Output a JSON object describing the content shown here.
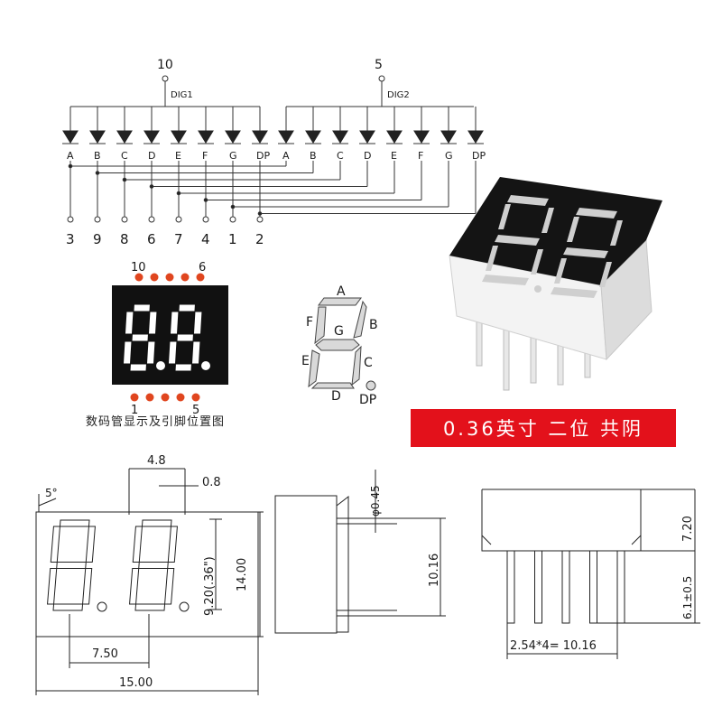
{
  "schematic": {
    "common1": {
      "pin": "10",
      "label": "DIG1"
    },
    "common2": {
      "pin": "5",
      "label": "DIG2"
    },
    "segment_labels": [
      "A",
      "B",
      "C",
      "D",
      "E",
      "F",
      "G",
      "DP"
    ],
    "pins": [
      "3",
      "9",
      "8",
      "6",
      "7",
      "4",
      "1",
      "2"
    ]
  },
  "pinout": {
    "top_left": "10",
    "top_right": "6",
    "bottom_left": "1",
    "bottom_right": "5",
    "caption": "数码管显示及引脚位置图"
  },
  "segment_map": {
    "A": "A",
    "B": "B",
    "C": "C",
    "D": "D",
    "E": "E",
    "F": "F",
    "G": "G",
    "DP": "DP"
  },
  "badge": "0.36英寸 二位 共阴",
  "dimensions": {
    "angle": "5°",
    "seg_width": "4.8",
    "seg_thick": "0.8",
    "digit_height": "9.20(.36\")",
    "body_height": "14.00",
    "digit_pitch": "7.50",
    "body_width": "15.00",
    "pin_dia": "φ0.45",
    "pin_length_side": "10.16",
    "body_depth": "7.20",
    "pin_length": "6.1±0.5",
    "pin_pitch": "2.54*4= 10.16"
  },
  "colors": {
    "display_bg": "#111111",
    "segment": "#ffffff",
    "pin_dot": "#e0461f",
    "badge": "#e3111b",
    "lit_grey": "#d9d9d9"
  }
}
